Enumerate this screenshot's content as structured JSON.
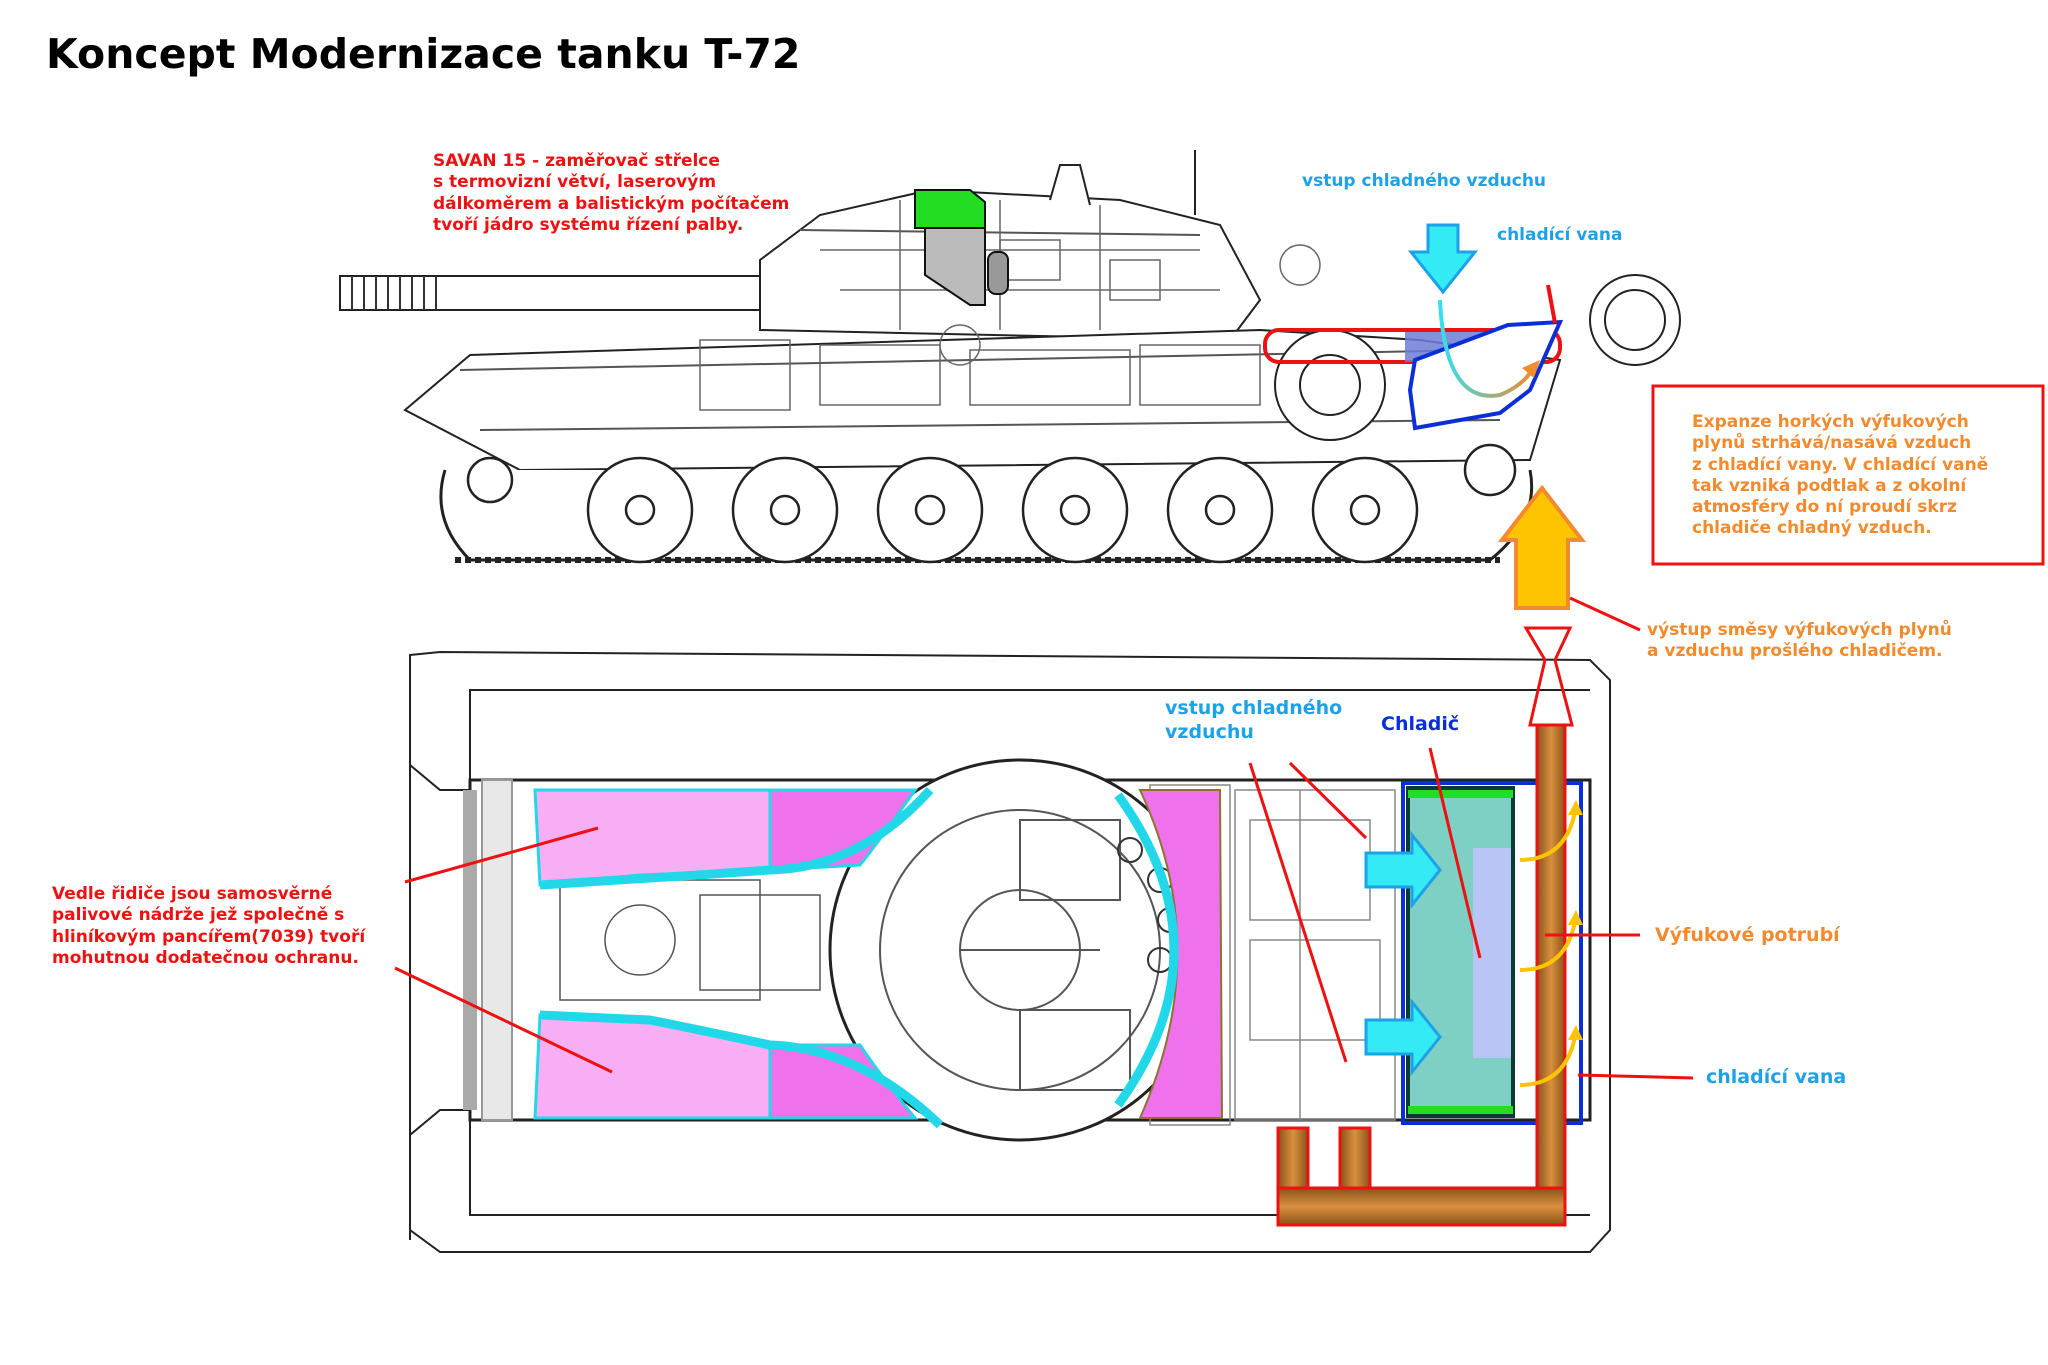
{
  "title": "Koncept Modernizace tanku T-72",
  "labels": {
    "savan": "SAVAN 15 - zaměřovač střelce\ns termovizní větví, laserovým\ndálkoměrem a balistickým počítačem\ntvoří jádro systému řízení palby.",
    "intake_top": "vstup chladného vzduchu",
    "cooling_tub_top": "chladící vana",
    "expansion": "Expanze horkých výfukových\nplynů strhává/nasává vzduch\nz chladící vany. V chladící vaně\ntak vzniká podtlak a z okolní\natmosféry do ní proudí skrz\nchladiče chladný vzduch.",
    "outlet": "výstup směsy výfukových plynů\na vzduchu prošlého chladičem.",
    "intake_bottom": "vstup chladného\nvzduchu",
    "radiator": "Chladič",
    "fuel_tanks": "Vedle řidiče jsou samosvěrné\npalivové nádrže jež společně s\nhliníkovým pancířem(7039) tvoří\nmohutnou dodatečnou ochranu.",
    "exhaust_pipe": "Výfukové potrubí",
    "cooling_tub_bottom": "chladící vana"
  },
  "colors": {
    "red": "#ee1111",
    "light_blue": "#1da2e8",
    "dark_blue": "#0b2fd6",
    "orange": "#f28a2e",
    "pink": "#f7aef5",
    "magenta": "#ef72ec",
    "cyan": "#22d8e8",
    "green": "#22dd22",
    "exhaust": "#c87c34",
    "arrow_yellow": "#ffc400",
    "radiator_teal": "#7ecfc4"
  }
}
